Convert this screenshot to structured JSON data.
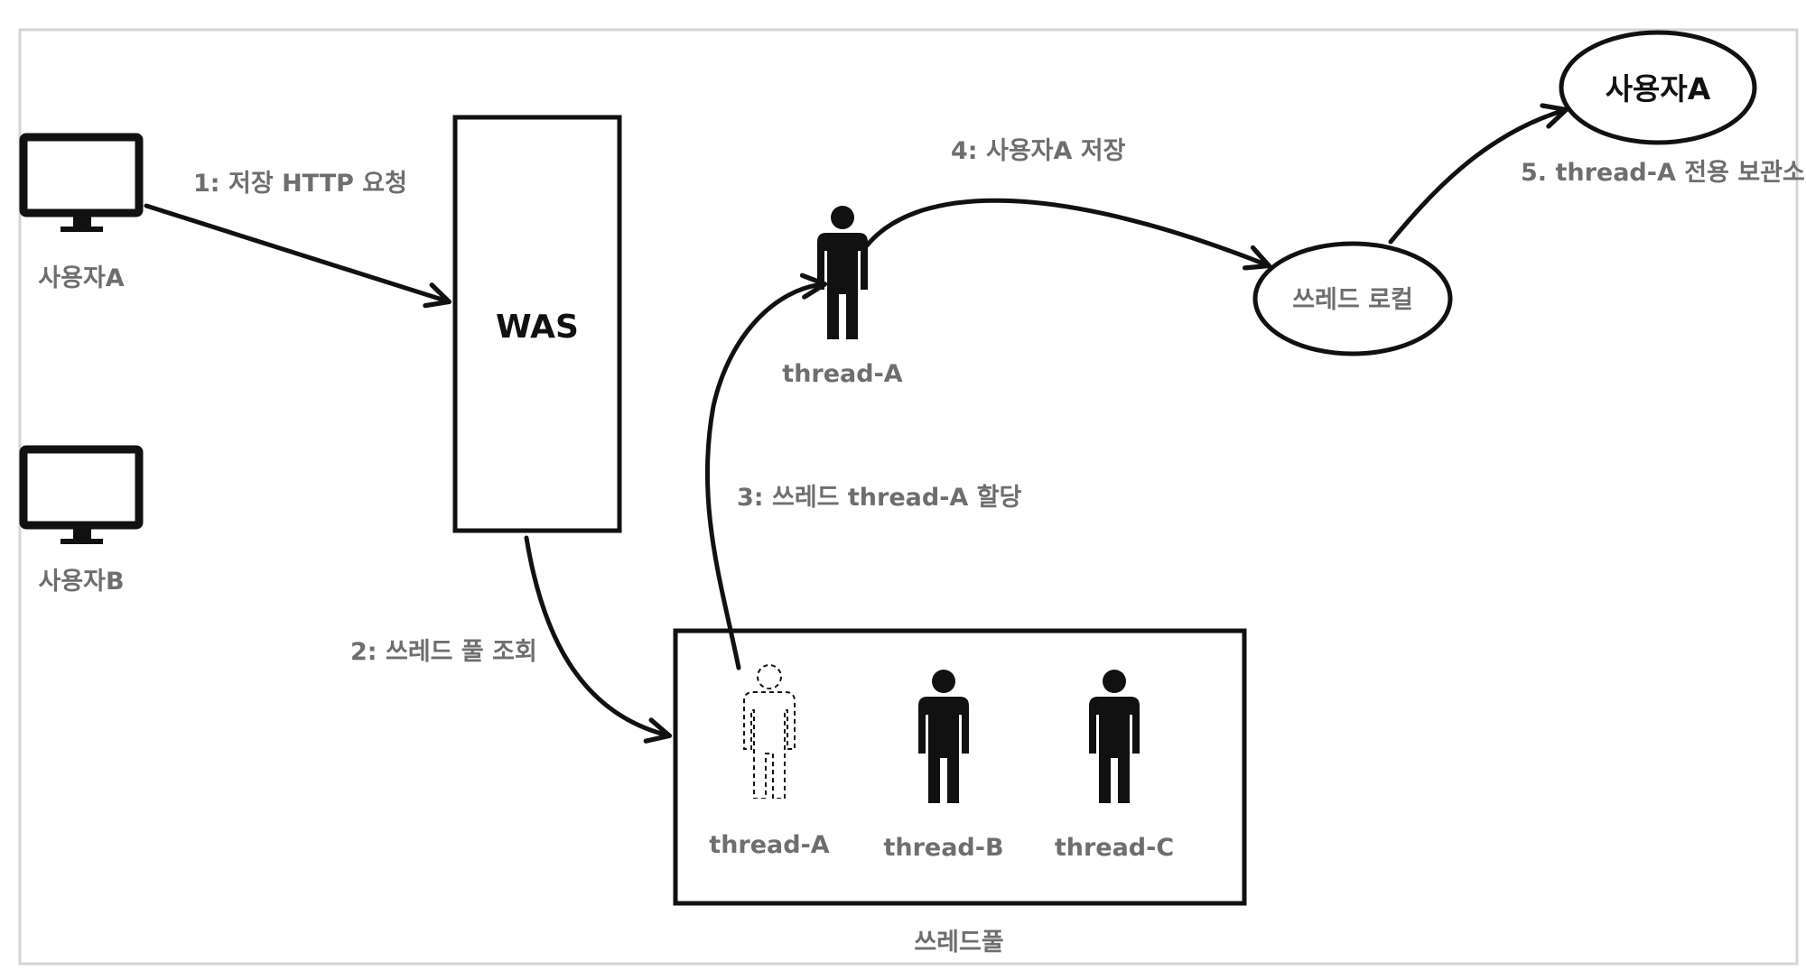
{
  "diagram": {
    "users": {
      "user_a_label": "사용자A",
      "user_b_label": "사용자B"
    },
    "was_label": "WAS",
    "steps": {
      "step1": "1: 저장 HTTP 요청",
      "step2": "2: 쓰레드 풀 조회",
      "step3": "3: 쓰레드 thread-A 할당",
      "step4": "4: 사용자A 저장",
      "step5": "5. thread-A 전용 보관소"
    },
    "active_thread_label": "thread-A",
    "thread_local_label": "쓰레드 로컬",
    "storage_value": "사용자A",
    "thread_pool": {
      "label": "쓰레드풀",
      "threads": [
        "thread-A",
        "thread-B",
        "thread-C"
      ]
    }
  }
}
